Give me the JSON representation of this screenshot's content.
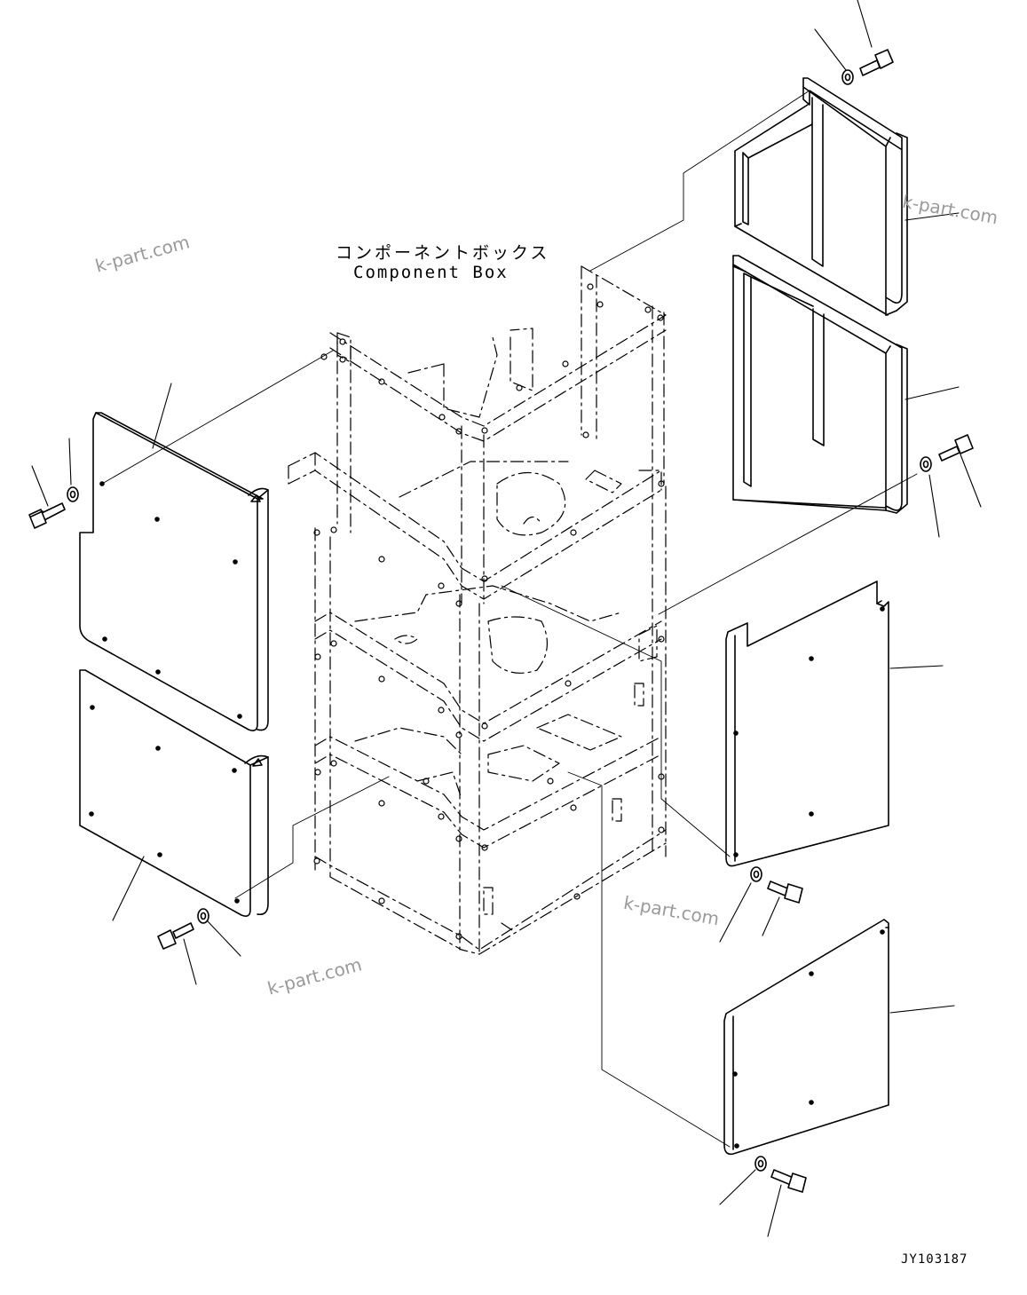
{
  "diagram": {
    "title_jp": "コンポーネントボックス",
    "title_en": "Component Box",
    "drawing_code": "JY103187",
    "watermark": "k-part.com",
    "line_color": "#000000",
    "watermark_color": "#9a9a9a"
  }
}
